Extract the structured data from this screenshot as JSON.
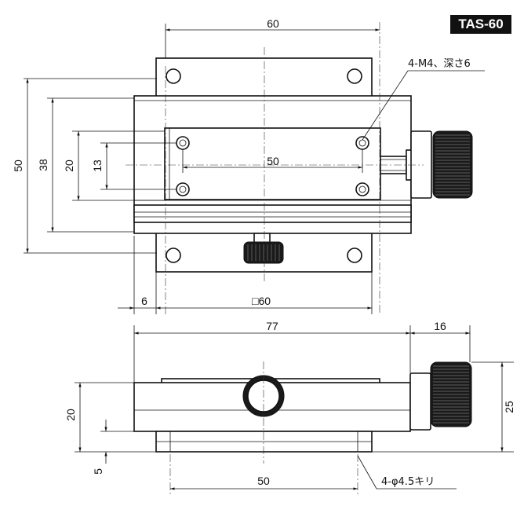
{
  "model_tag": "TAS-60",
  "notes": {
    "tapped_holes": "4-M4、深さ6",
    "through_holes": "4-φ4.5キリ"
  },
  "dims": {
    "top_width": "60",
    "slot_pitch": "50",
    "height_outer": "50",
    "height_body": "38",
    "slot_spacing": "20",
    "hole_spacing": "13",
    "offset": "6",
    "base_square": "□60",
    "body_length": "77",
    "knob_length": "16",
    "side_height": "20",
    "total_height": "25",
    "base_height": "5",
    "base_holes": "50"
  }
}
